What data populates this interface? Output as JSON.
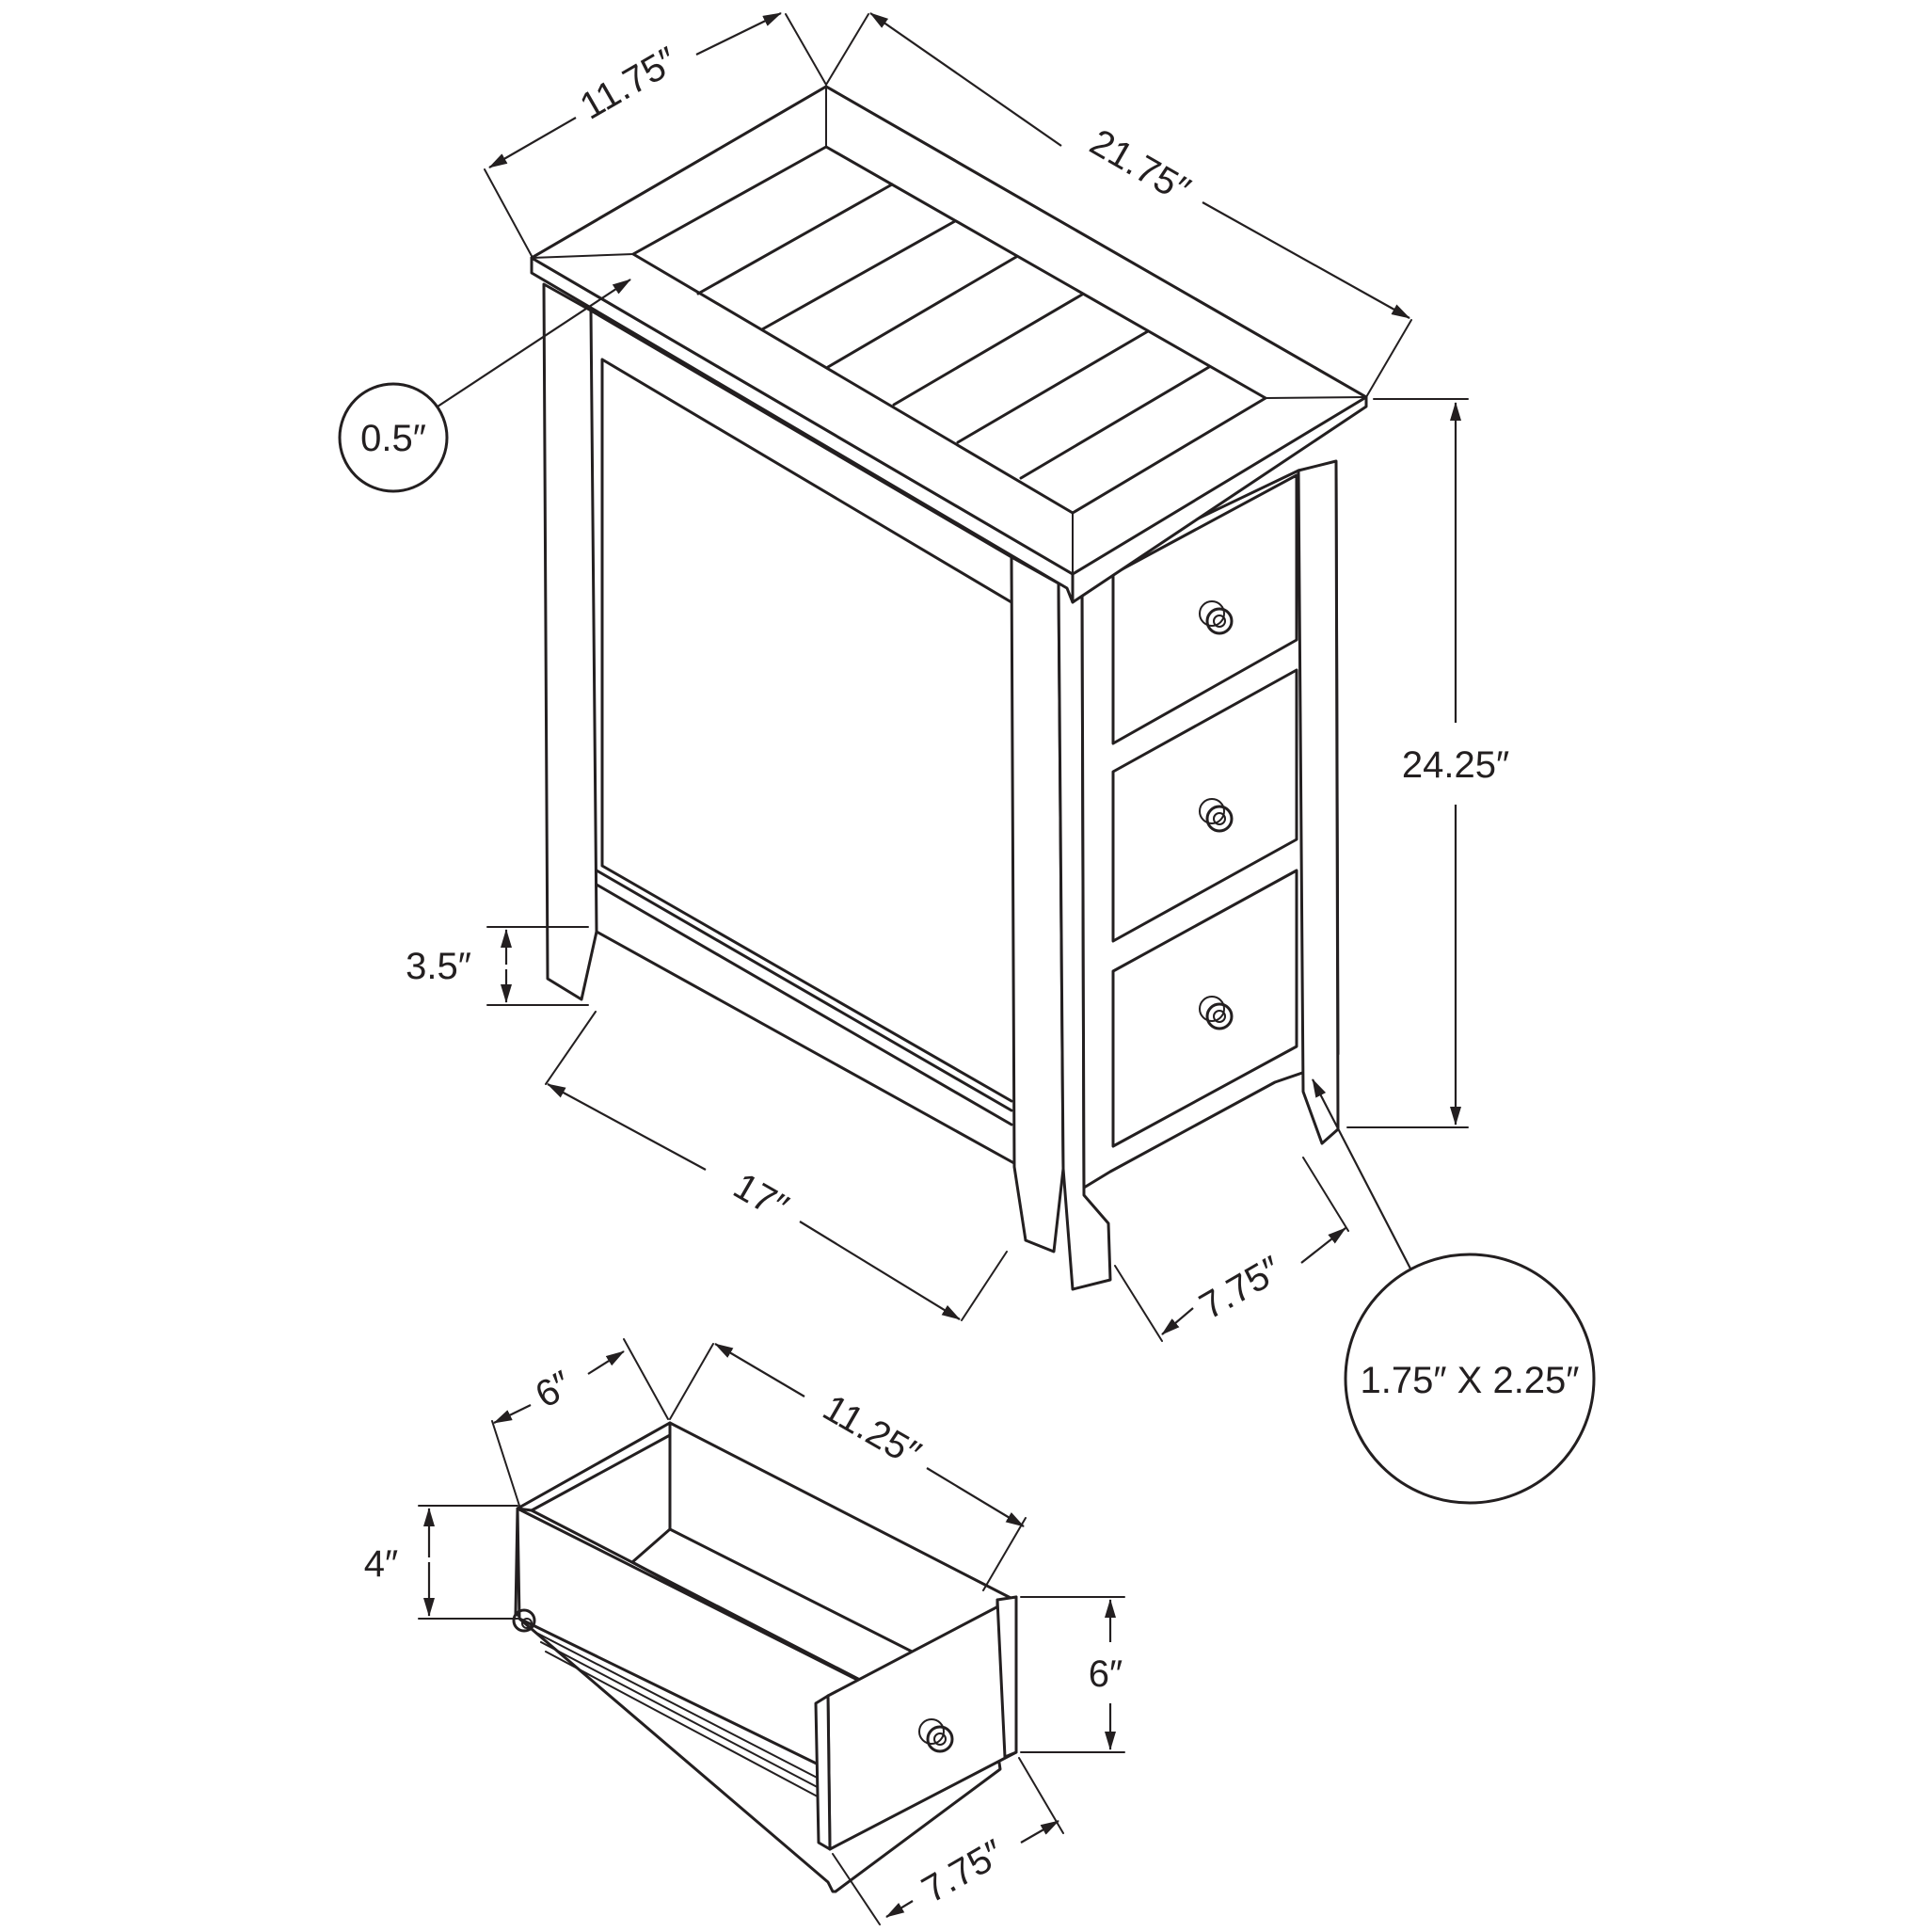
{
  "diagram": {
    "colors": {
      "line": "#231f20",
      "background": "#ffffff"
    },
    "dimensions": {
      "top_depth": "11.75″",
      "top_width": "21.75″",
      "top_thickness": "0.5″",
      "height": "24.25″",
      "leg_height": "3.5″",
      "side_width": "17″",
      "front_width": "7.75″",
      "leg_size": "1.75″ X 2.25″",
      "drawer_depth": "6″",
      "drawer_length": "11.25″",
      "drawer_height": "4″",
      "drawer_front_height": "6″",
      "drawer_front_width": "7.75″"
    }
  }
}
